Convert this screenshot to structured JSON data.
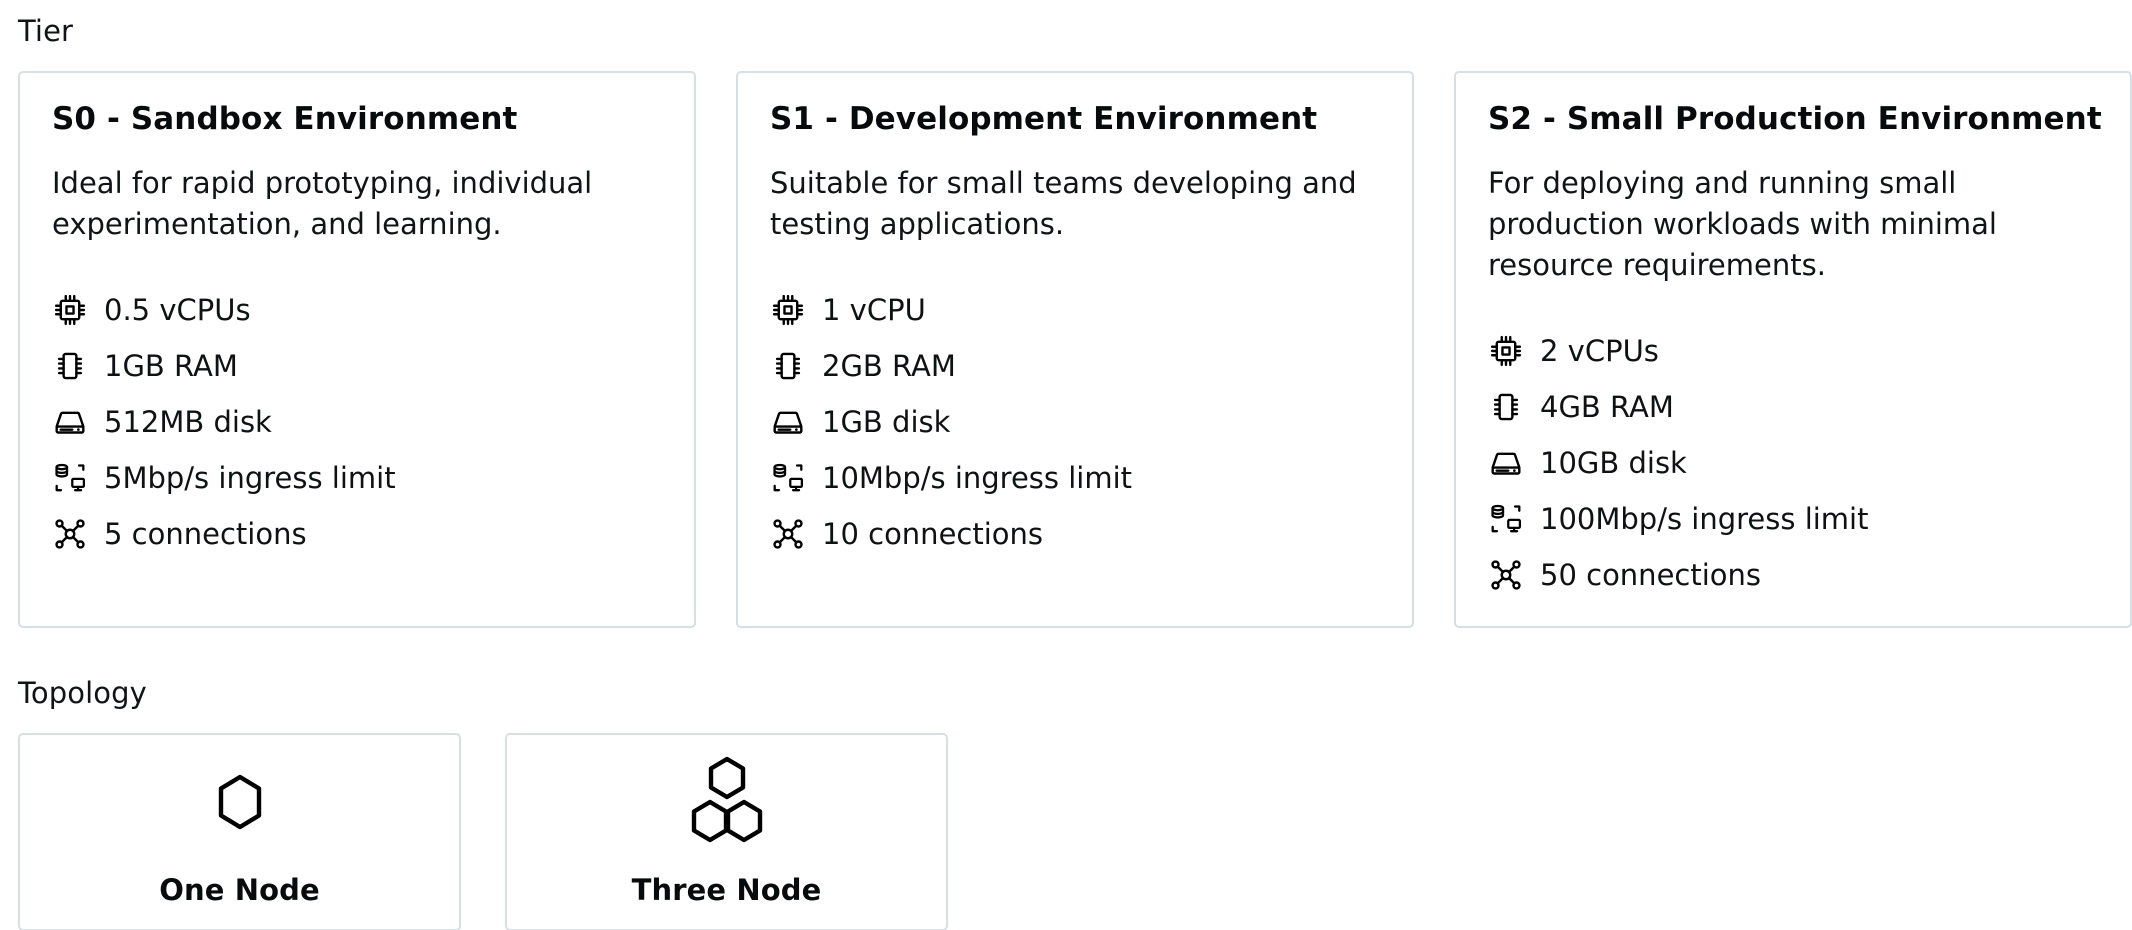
{
  "tier": {
    "label": "Tier",
    "cards": [
      {
        "title": "S0 - Sandbox Environment",
        "description": "Ideal for rapid prototyping, individual experimentation, and learning.",
        "specs": [
          {
            "icon": "cpu-icon",
            "text": "0.5 vCPUs"
          },
          {
            "icon": "ram-icon",
            "text": "1GB RAM"
          },
          {
            "icon": "disk-icon",
            "text": "512MB disk"
          },
          {
            "icon": "ingress-icon",
            "text": "5Mbp/s ingress limit"
          },
          {
            "icon": "connections-icon",
            "text": "5 connections"
          }
        ]
      },
      {
        "title": "S1 - Development Environment",
        "description": "Suitable for small teams developing and testing applications.",
        "specs": [
          {
            "icon": "cpu-icon",
            "text": "1 vCPU"
          },
          {
            "icon": "ram-icon",
            "text": "2GB RAM"
          },
          {
            "icon": "disk-icon",
            "text": "1GB disk"
          },
          {
            "icon": "ingress-icon",
            "text": "10Mbp/s ingress limit"
          },
          {
            "icon": "connections-icon",
            "text": "10 connections"
          }
        ]
      },
      {
        "title": "S2 - Small Production Environment",
        "description": "For deploying and running small production workloads with minimal resource requirements.",
        "specs": [
          {
            "icon": "cpu-icon",
            "text": "2 vCPUs"
          },
          {
            "icon": "ram-icon",
            "text": "4GB RAM"
          },
          {
            "icon": "disk-icon",
            "text": "10GB disk"
          },
          {
            "icon": "ingress-icon",
            "text": "100Mbp/s ingress limit"
          },
          {
            "icon": "connections-icon",
            "text": "50 connections"
          }
        ]
      }
    ]
  },
  "topology": {
    "label": "Topology",
    "options": [
      {
        "name": "One Node",
        "icon": "single-hexagon-icon"
      },
      {
        "name": "Three Node",
        "icon": "triple-hexagon-icon"
      }
    ]
  },
  "colors": {
    "card_border": "#d5dfe4",
    "card_background": "#ffffff",
    "text_primary": "#0f1113",
    "page_background": "#ffffff"
  }
}
